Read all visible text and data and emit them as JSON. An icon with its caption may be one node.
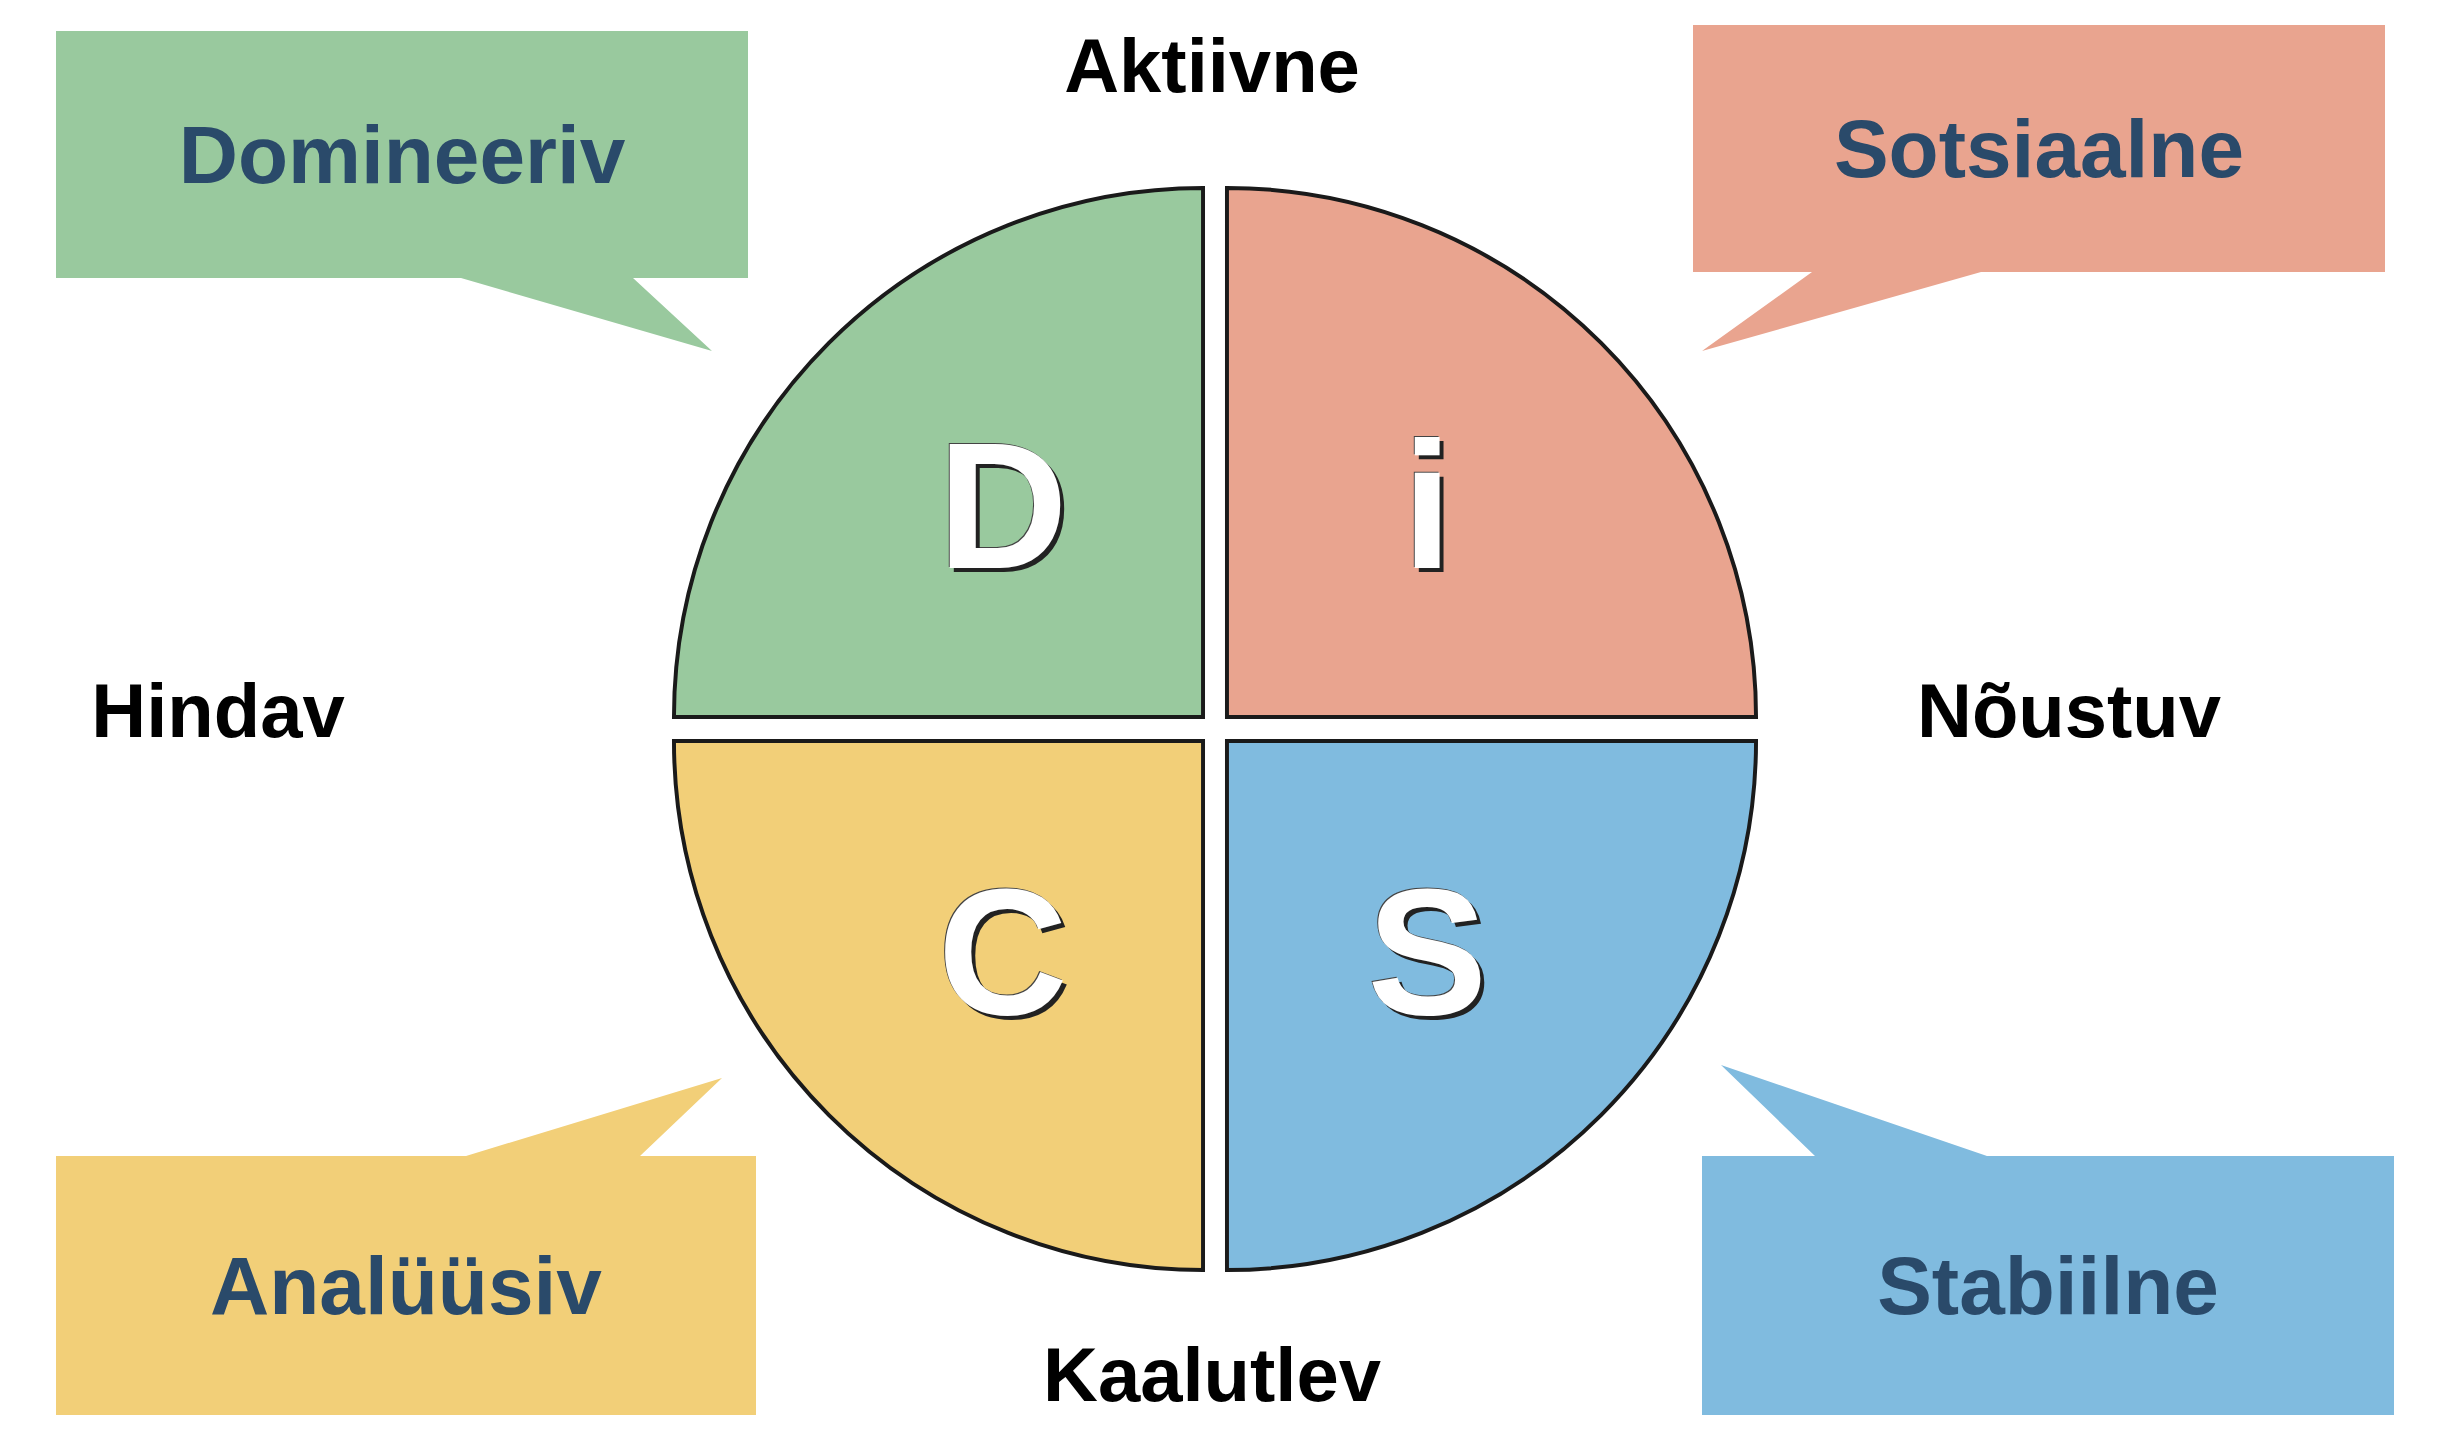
{
  "diagram": {
    "nodes": [
      {
        "text": [
          "D"
        ]
      },
      {
        "text": [
          "i"
        ]
      },
      {
        "text": [
          "C"
        ]
      },
      {
        "text": [
          "S"
        ]
      },
      {
        "text": [
          "Domineeriv"
        ]
      },
      {
        "text": [
          "Sotsiaalne"
        ]
      },
      {
        "text": [
          "Analüüsiv"
        ]
      },
      {
        "text": [
          "Stabiilne"
        ]
      }
    ],
    "labels": [
      "Aktiivne",
      "Hindav",
      "Nõustuv",
      "Kaalutlev"
    ]
  }
}
